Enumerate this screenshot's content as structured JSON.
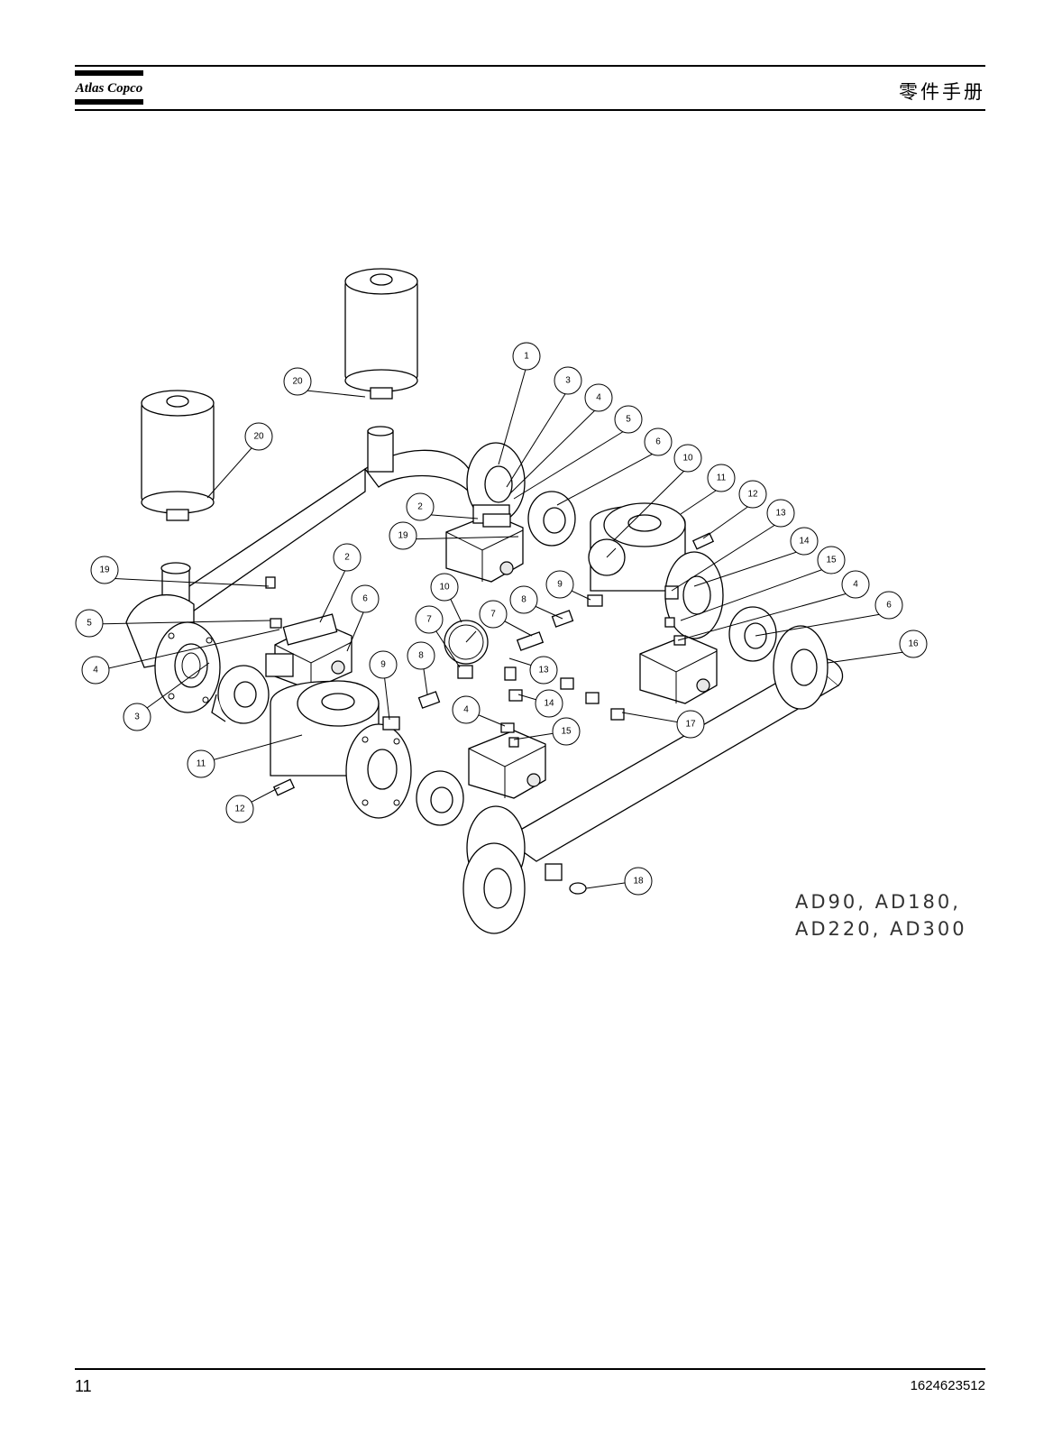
{
  "header": {
    "brand": "Atlas Copco",
    "title": "零件手册"
  },
  "drawing": {
    "models": [
      "AD90, AD180,",
      "AD220, AD300"
    ],
    "callouts": [
      "1",
      "2",
      "3",
      "4",
      "5",
      "6",
      "7",
      "8",
      "9",
      "10",
      "11",
      "12",
      "13",
      "14",
      "15",
      "16",
      "17",
      "18",
      "19",
      "20"
    ]
  },
  "footer": {
    "page_number": "11",
    "doc_number": "1624623512"
  }
}
